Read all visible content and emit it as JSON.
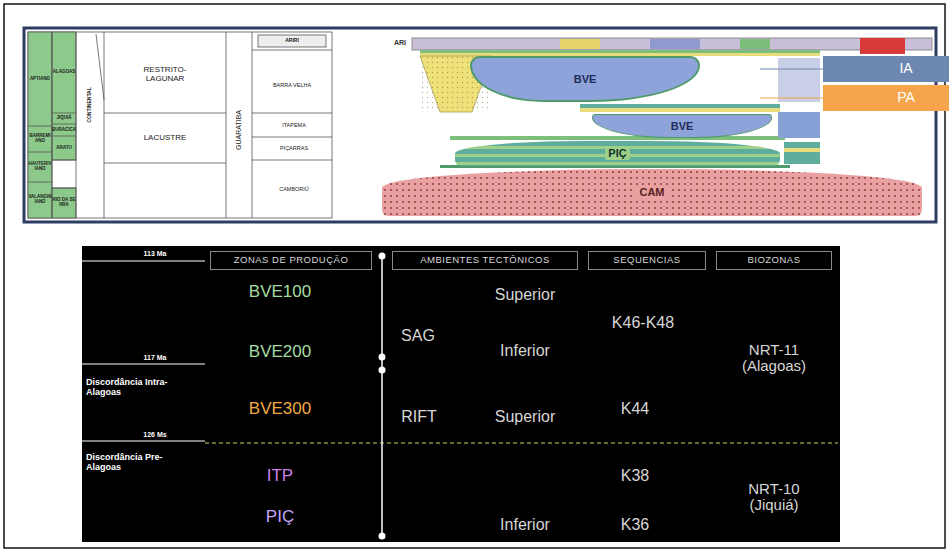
{
  "diagram": {
    "nodes": [
      {
        "text": [
          "BVE"
        ]
      },
      {
        "text": [
          "IA"
        ]
      },
      {
        "text": [
          "PA"
        ]
      },
      {
        "text": [
          "BVE"
        ]
      },
      {
        "text": [
          "PIÇ"
        ]
      },
      {
        "text": [
          "CAM"
        ]
      },
      {
        "text": [
          "ZONAS DE PRODUÇÃO"
        ]
      },
      {
        "text": [
          "AMBIENTES TECTÔNICOS"
        ]
      },
      {
        "text": [
          "SEQUENCIAS"
        ]
      },
      {
        "text": [
          "BIOZONAS"
        ]
      }
    ],
    "labels": [
      "APTIANO",
      "BARREMIANO",
      "HAUTERIVIANO",
      "VALANGINIANO",
      "ALAGOAS",
      "JIQUIÁ",
      "BURACICA",
      "ARATU",
      "RIO DA SERRA",
      "CONTINENTAL",
      "RESTRITO-LAGUNAR",
      "LACUSTRE",
      "GUARATIBA",
      "ARIRI",
      "BARRA VELHA",
      "ITAPEMA",
      "PIÇARRAS",
      "CAMBORIÚ",
      "ARI",
      "113 Ma",
      "117 Ma",
      "Discordância Intra-Alagoas",
      "126 Ms",
      "Discordância Pre-Alagoas",
      "BVE100",
      "BVE200",
      "BVE300",
      "ITP",
      "PIÇ",
      "SAG",
      "Superior",
      "Inferior",
      "RIFT",
      "Superior",
      "Inferior",
      "K46-K48",
      "K44",
      "K38",
      "K36",
      "NRT-11 (Alagoas)",
      "NRT-10 (Jiquiá)"
    ]
  }
}
